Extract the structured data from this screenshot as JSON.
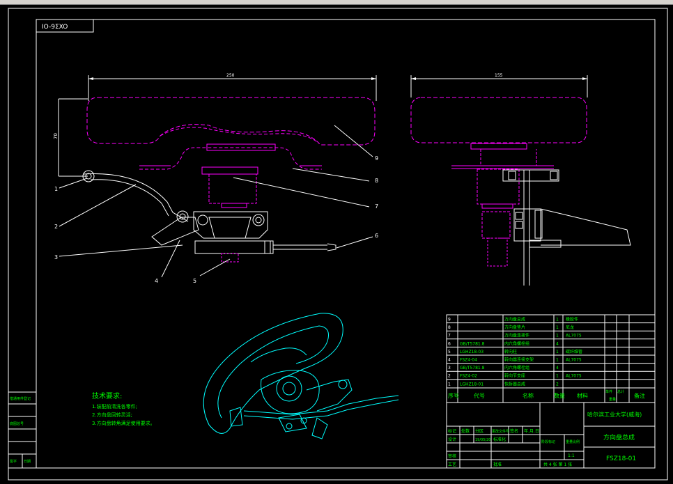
{
  "window": {
    "tabs": [
      "",
      "",
      "",
      "",
      "",
      "",
      ""
    ]
  },
  "drawing": {
    "title_tag": "IO-9ΣXO",
    "dims": {
      "width_front": "250",
      "width_side": "155",
      "height": "70"
    },
    "callouts": [
      "1",
      "2",
      "3",
      "4",
      "5",
      "6",
      "7",
      "8",
      "9"
    ],
    "tech": {
      "title": "技术要求:",
      "items": [
        "1.装配前清洗各零件;",
        "2.方向盘回转灵活;",
        "3.方向盘转角满足使用要求。"
      ]
    },
    "bom": {
      "rows": [
        {
          "no": "9",
          "code": "",
          "name": "方向盘总成",
          "qty": "1",
          "mat": "橡胶件",
          "note": ""
        },
        {
          "no": "8",
          "code": "",
          "name": "方向盘垫片",
          "qty": "1",
          "mat": "尼龙",
          "note": ""
        },
        {
          "no": "7",
          "code": "",
          "name": "方向盘连接件",
          "qty": "1",
          "mat": "AL7075",
          "note": ""
        },
        {
          "no": "6",
          "code": "GB/T5781.8",
          "name": "内六角螺栓组",
          "qty": "4",
          "mat": "",
          "note": ""
        },
        {
          "no": "5",
          "code": "LGHZ18-03",
          "name": "转向柱",
          "qty": "1",
          "mat": "碳纤维管",
          "note": ""
        },
        {
          "no": "4",
          "code": "FSZ4-04",
          "name": "转向器连接支架",
          "qty": "1",
          "mat": "AL7075",
          "note": ""
        },
        {
          "no": "3",
          "code": "GB/T5781.8",
          "name": "内六角螺栓组",
          "qty": "4",
          "mat": "",
          "note": ""
        },
        {
          "no": "2",
          "code": "FSZ4-02",
          "name": "转向节支座",
          "qty": "1",
          "mat": "AL7075",
          "note": ""
        },
        {
          "no": "1",
          "code": "LGHZ18-01",
          "name": "快拆器总成",
          "qty": "2",
          "mat": "",
          "note": ""
        }
      ],
      "header": {
        "no": "序号",
        "code": "代号",
        "name": "名称",
        "qty": "数量",
        "mat": "材料",
        "unit": "单件",
        "total": "总计",
        "weight": "重量",
        "note": "备注"
      }
    },
    "titleblock": {
      "school": "哈尔滨工业大学(威海)",
      "drawing_name": "方向盘总成",
      "drawing_no": "FSZ18-01",
      "scale": "1:1",
      "sheets": "共 4 张  第 1 张",
      "stage": "阶段标记",
      "weight": "重量",
      "scale_label": "比例",
      "mark": "标记",
      "count": "处数",
      "zone": "分区",
      "change_doc": "更改文件号",
      "sign": "签名",
      "date": "年.月.日",
      "design": "设计",
      "std": "标准化",
      "check": "审核",
      "craft": "工艺",
      "approve": "批准",
      "designer": "19/05/20"
    },
    "side_table": [
      "借通用件登记",
      "",
      "底图总号",
      "",
      "签字",
      "日期"
    ]
  }
}
